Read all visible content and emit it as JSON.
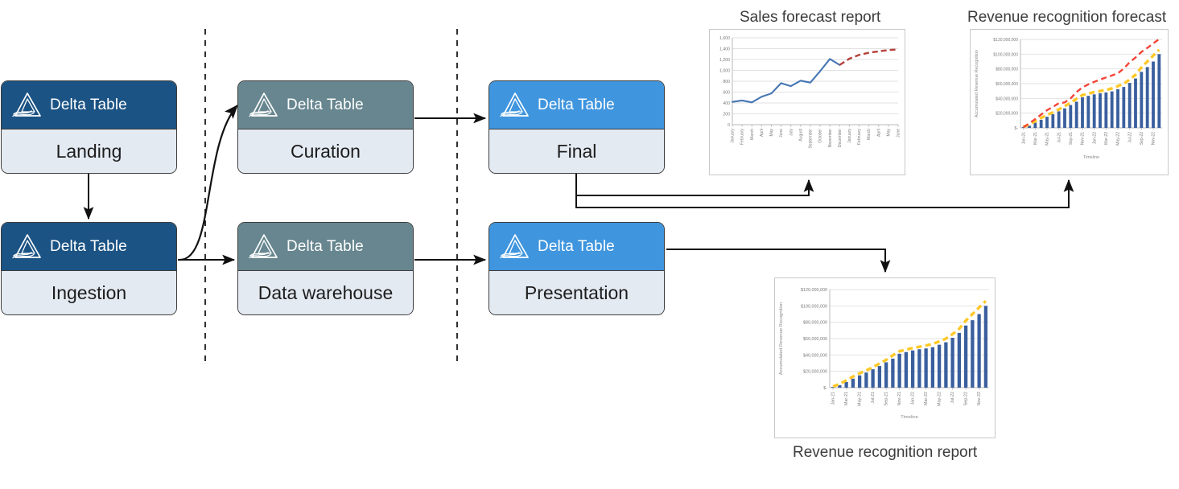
{
  "diagram": {
    "node_label_delta_table": "Delta Table",
    "nodes": [
      {
        "id": "landing",
        "zone": "lake",
        "title": "Delta Table",
        "label": "Landing",
        "header_color": "#1b5384"
      },
      {
        "id": "ingestion",
        "zone": "lake",
        "title": "Delta Table",
        "label": "Ingestion",
        "header_color": "#1b5384"
      },
      {
        "id": "curation",
        "zone": "warehouse",
        "title": "Delta Table",
        "label": "Curation",
        "header_color": "#67868f"
      },
      {
        "id": "dwh",
        "zone": "warehouse",
        "title": "Delta Table",
        "label": "Data warehouse",
        "header_color": "#67868f"
      },
      {
        "id": "final",
        "zone": "serving",
        "title": "Delta Table",
        "label": "Final",
        "header_color": "#3f95de"
      },
      {
        "id": "present",
        "zone": "serving",
        "title": "Delta Table",
        "label": "Presentation",
        "header_color": "#3f95de"
      }
    ],
    "colors": {
      "header_dark_blue": "#1b5384",
      "header_teal": "#67868f",
      "header_light_blue": "#3f95de",
      "node_body": "#e4eaf2",
      "node_border": "#3d3d3d",
      "connector": "#111111",
      "divider": "#1a1a1a"
    },
    "dividers": 2
  },
  "reports": {
    "sales_forecast": {
      "title": "Sales forecast report"
    },
    "revenue_forecast": {
      "title": "Revenue recognition forecast"
    },
    "revenue_report": {
      "title": "Revenue recognition report"
    }
  },
  "chart_data": [
    {
      "id": "sales-forecast-report",
      "type": "line",
      "title": "Sales forecast report",
      "xlabel": "",
      "ylabel": "",
      "ylim": [
        0,
        1600
      ],
      "yticks": [
        "0",
        "200",
        "400",
        "600",
        "800",
        "1,000",
        "1,200",
        "1,400",
        "1,600"
      ],
      "grid": true,
      "legend": "none",
      "categories": [
        "January",
        "February",
        "March",
        "April",
        "May",
        "June",
        "July",
        "August",
        "September",
        "October",
        "November",
        "December",
        "January",
        "February",
        "March",
        "April",
        "May",
        "June"
      ],
      "series": [
        {
          "name": "Actual",
          "color": "#4676b4",
          "style": "solid",
          "values": [
            420,
            445,
            410,
            515,
            575,
            765,
            710,
            810,
            775,
            985,
            1210,
            1100,
            null,
            null,
            null,
            null,
            null,
            null
          ]
        },
        {
          "name": "Forecast",
          "color": "#b5403a",
          "style": "dashed",
          "values": [
            null,
            null,
            null,
            null,
            null,
            null,
            null,
            null,
            null,
            null,
            null,
            1100,
            1215,
            1285,
            1325,
            1350,
            1375,
            1385
          ]
        }
      ]
    },
    {
      "id": "revenue-recognition-forecast",
      "type": "bar",
      "title": "Revenue recognition forecast",
      "xlabel": "Timeline",
      "ylabel": "Accumulated Revenue Recognition",
      "ylim": [
        0,
        120000000
      ],
      "yticks": [
        "$-",
        "$20,000,000",
        "$40,000,000",
        "$60,000,000",
        "$80,000,000",
        "$100,000,000",
        "$120,000,000"
      ],
      "grid": true,
      "legend": "none",
      "xticks": [
        "Jan-21",
        "Mar-21",
        "May-21",
        "Jul-21",
        "Sep-21",
        "Nov-21",
        "Jan-22",
        "Mar-22",
        "May-22",
        "Jul-22",
        "Sep-22",
        "Nov-22"
      ],
      "categories": [
        "Jan-21",
        "Feb-21",
        "Mar-21",
        "Apr-21",
        "May-21",
        "Jun-21",
        "Jul-21",
        "Aug-21",
        "Sep-21",
        "Oct-21",
        "Nov-21",
        "Dec-21",
        "Jan-22",
        "Feb-22",
        "Mar-22",
        "Apr-22",
        "May-22",
        "Jun-22",
        "Jul-22",
        "Aug-22",
        "Sep-22",
        "Oct-22",
        "Nov-22",
        "Dec-22"
      ],
      "series": [
        {
          "name": "Accumulated revenue",
          "type": "bar",
          "color": "#3a5f9e",
          "values": [
            1000000,
            3000000,
            7000000,
            11000000,
            15000000,
            18500000,
            22500000,
            26500000,
            31000000,
            35500000,
            41500000,
            43500000,
            45500000,
            47000000,
            48000000,
            49500000,
            52500000,
            55500000,
            61000000,
            67000000,
            76000000,
            82500000,
            90000000,
            100000000
          ]
        },
        {
          "name": "Plan",
          "type": "line",
          "style": "dashed",
          "color": "#ffc827",
          "values": [
            1500000,
            4500000,
            9000000,
            13500000,
            17500000,
            21000000,
            25000000,
            29500000,
            34000000,
            39500000,
            44500000,
            46500000,
            48500000,
            50000000,
            51500000,
            53500000,
            56500000,
            60000000,
            65500000,
            72000000,
            82000000,
            90000000,
            98000000,
            106000000
          ]
        },
        {
          "name": "Forecast",
          "type": "line",
          "style": "dashed",
          "color": "#f4453a",
          "values": [
            1000000,
            6000000,
            12000000,
            18000000,
            24000000,
            28500000,
            33500000,
            34500000,
            40000000,
            48500000,
            55000000,
            59000000,
            62500000,
            65500000,
            68500000,
            71000000,
            74000000,
            80500000,
            89000000,
            95500000,
            103000000,
            108500000,
            114500000,
            120500000
          ]
        }
      ]
    },
    {
      "id": "revenue-recognition-report",
      "type": "bar",
      "title": "Revenue recognition report",
      "xlabel": "Timeline",
      "ylabel": "Accumulated Revenue Recognition",
      "ylim": [
        0,
        120000000
      ],
      "yticks": [
        "$-",
        "$20,000,000",
        "$40,000,000",
        "$60,000,000",
        "$80,000,000",
        "$100,000,000",
        "$120,000,000"
      ],
      "grid": true,
      "legend": "none",
      "xticks": [
        "Jan-21",
        "Mar-21",
        "May-21",
        "Jul-21",
        "Sep-21",
        "Nov-21",
        "Jan-22",
        "Mar-22",
        "May-22",
        "Jul-22",
        "Sep-22",
        "Nov-22"
      ],
      "categories": [
        "Jan-21",
        "Feb-21",
        "Mar-21",
        "Apr-21",
        "May-21",
        "Jun-21",
        "Jul-21",
        "Aug-21",
        "Sep-21",
        "Oct-21",
        "Nov-21",
        "Dec-21",
        "Jan-22",
        "Feb-22",
        "Mar-22",
        "Apr-22",
        "May-22",
        "Jun-22",
        "Jul-22",
        "Aug-22",
        "Sep-22",
        "Oct-22",
        "Nov-22",
        "Dec-22"
      ],
      "series": [
        {
          "name": "Accumulated revenue",
          "type": "bar",
          "color": "#3a5f9e",
          "values": [
            1000000,
            3000000,
            7000000,
            11000000,
            15000000,
            18500000,
            22500000,
            26500000,
            31000000,
            35500000,
            41500000,
            43500000,
            45500000,
            47000000,
            48000000,
            49500000,
            52500000,
            55500000,
            61000000,
            67000000,
            76000000,
            82500000,
            90000000,
            100000000
          ]
        },
        {
          "name": "Plan",
          "type": "line",
          "style": "dashed",
          "color": "#ffc827",
          "values": [
            1500000,
            4500000,
            9000000,
            13500000,
            17500000,
            21000000,
            25000000,
            29500000,
            34000000,
            39500000,
            44500000,
            46500000,
            48500000,
            50000000,
            51500000,
            53500000,
            56500000,
            60000000,
            65500000,
            72000000,
            82000000,
            90000000,
            98000000,
            106000000
          ]
        }
      ]
    }
  ]
}
